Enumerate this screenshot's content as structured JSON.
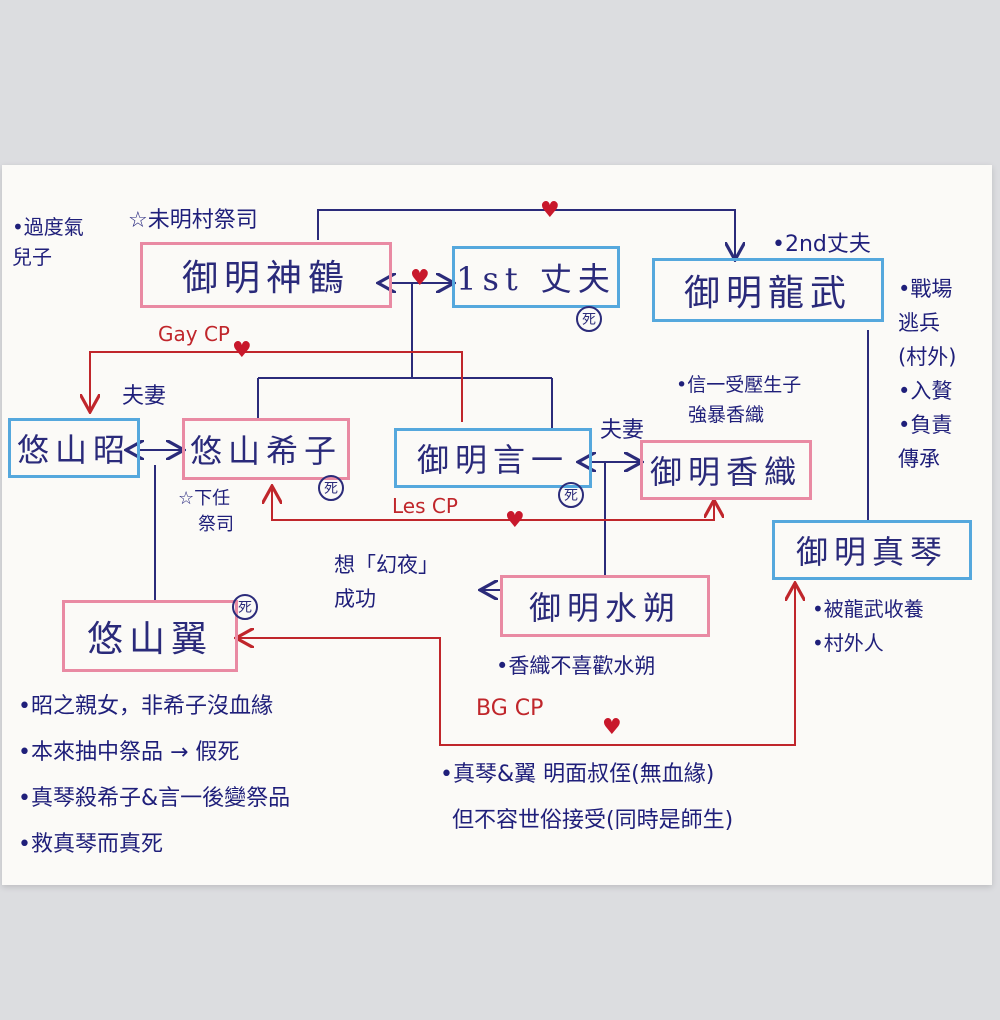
{
  "nodes": {
    "shinkaku": "御明神鶴",
    "husband1": "1st 丈夫",
    "ryubu": "御明龍武",
    "shoumei": "悠山昭",
    "kiko": "悠山希子",
    "genichi": "御明言一",
    "kaori": "御明香織",
    "makoto": "御明真琴",
    "mizusaku": "御明水朔",
    "tsubasa": "悠山翼"
  },
  "dead_mark": "死",
  "labels": {
    "son_note": "•過度氣兒子",
    "priest_note": "☆未明村祭司",
    "husband2": "•2nd丈夫",
    "ryubu_notes": [
      "•戰場",
      "逃兵",
      "(村外)",
      "•入贅",
      "•負責",
      "傳承"
    ],
    "gay_cp": "Gay CP",
    "couple_left": "夫妻",
    "couple_right": "夫妻",
    "kaori_notes": [
      "•信一受壓生子",
      "強暴香織"
    ],
    "kiko_notes": [
      "☆下任",
      "祭司"
    ],
    "les_cp": "Les CP",
    "mizusaku_left": [
      "想「幻夜」",
      "成功"
    ],
    "makoto_notes": [
      "•被龍武收養",
      "•村外人"
    ],
    "mizusaku_note": "•香織不喜歡水朔",
    "bg_cp": "BG CP",
    "tsubasa_notes": [
      "•昭之親女，非希子沒血緣",
      "•本來抽中祭品 → 假死",
      "•真琴殺希子&言一後變祭品",
      "•救真琴而真死"
    ],
    "bg_notes": [
      "•真琴&翼 明面叔侄(無血緣)",
      "但不容世俗接受(同時是師生)"
    ]
  },
  "colors": {
    "ink_blue": "#2b2b7a",
    "ink_red": "#c0262b",
    "box_pink": "#e98aa3",
    "box_blue": "#55a8dd",
    "heart": "#c8182b"
  }
}
